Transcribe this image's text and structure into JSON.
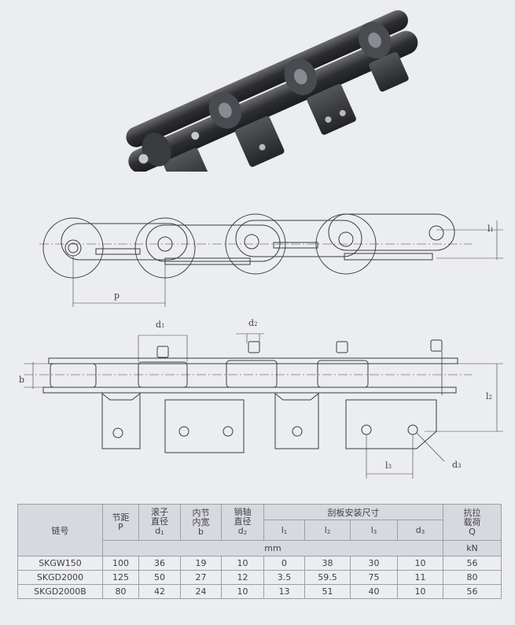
{
  "dimension_labels": {
    "p": "p",
    "d1": "d",
    "d1_sub": "1",
    "d2": "d",
    "d2_sub": "2",
    "b": "b",
    "l1": "l",
    "l1_sub": "1",
    "l2": "l",
    "l2_sub": "2",
    "l3": "l",
    "l3_sub": "3",
    "d3": "d",
    "d3_sub": "3"
  },
  "table": {
    "col_chain_no": "链号",
    "col_pitch": "节距",
    "col_pitch_sym": "P",
    "col_roller": "滚子",
    "col_roller2": "直径",
    "col_roller_sym": "d",
    "col_roller_sub": "1",
    "col_inner": "内节",
    "col_inner2": "内宽",
    "col_inner_sym": "b",
    "col_pin": "销轴",
    "col_pin2": "直径",
    "col_pin_sym": "d",
    "col_pin_sub": "2",
    "col_scraper": "刮板安装尺寸",
    "col_l1": "l",
    "col_l1_sub": "1",
    "col_l2": "l",
    "col_l2_sub": "2",
    "col_l3": "l",
    "col_l3_sub": "3",
    "col_d3": "d",
    "col_d3_sub": "3",
    "col_tensile": "抗拉",
    "col_tensile2": "载荷",
    "col_tensile_sym": "Q",
    "unit_mm": "mm",
    "unit_kn": "kN",
    "rows": [
      [
        "SKGW150",
        "100",
        "36",
        "19",
        "10",
        "0",
        "38",
        "30",
        "10",
        "56"
      ],
      [
        "SKGD2000",
        "125",
        "50",
        "27",
        "12",
        "3.5",
        "59.5",
        "75",
        "11",
        "80"
      ],
      [
        "SKGD2000B",
        "80",
        "42",
        "24",
        "10",
        "13",
        "51",
        "40",
        "10",
        "56"
      ]
    ]
  }
}
